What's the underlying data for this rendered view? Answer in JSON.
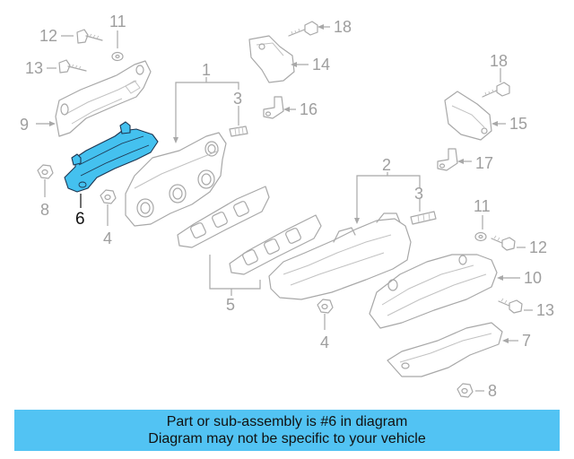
{
  "callouts": {
    "c1": "1",
    "c2": "2",
    "c3a": "3",
    "c3b": "3",
    "c4a": "4",
    "c4b": "4",
    "c5": "5",
    "c6": "6",
    "c7": "7",
    "c8a": "8",
    "c8b": "8",
    "c9": "9",
    "c10": "10",
    "c11a": "11",
    "c11b": "11",
    "c12a": "12",
    "c12b": "12",
    "c13a": "13",
    "c13b": "13",
    "c14": "14",
    "c15": "15",
    "c16": "16",
    "c17": "17",
    "c18a": "18",
    "c18b": "18"
  },
  "highlighted_part": "6",
  "colors": {
    "highlight": "#44c1ef",
    "banner": "#52c3f3",
    "parts": "#a8a8a8"
  },
  "banner": {
    "line1": "Part or sub-assembly is #6 in diagram",
    "line2": "Diagram may not be specific to your vehicle"
  }
}
